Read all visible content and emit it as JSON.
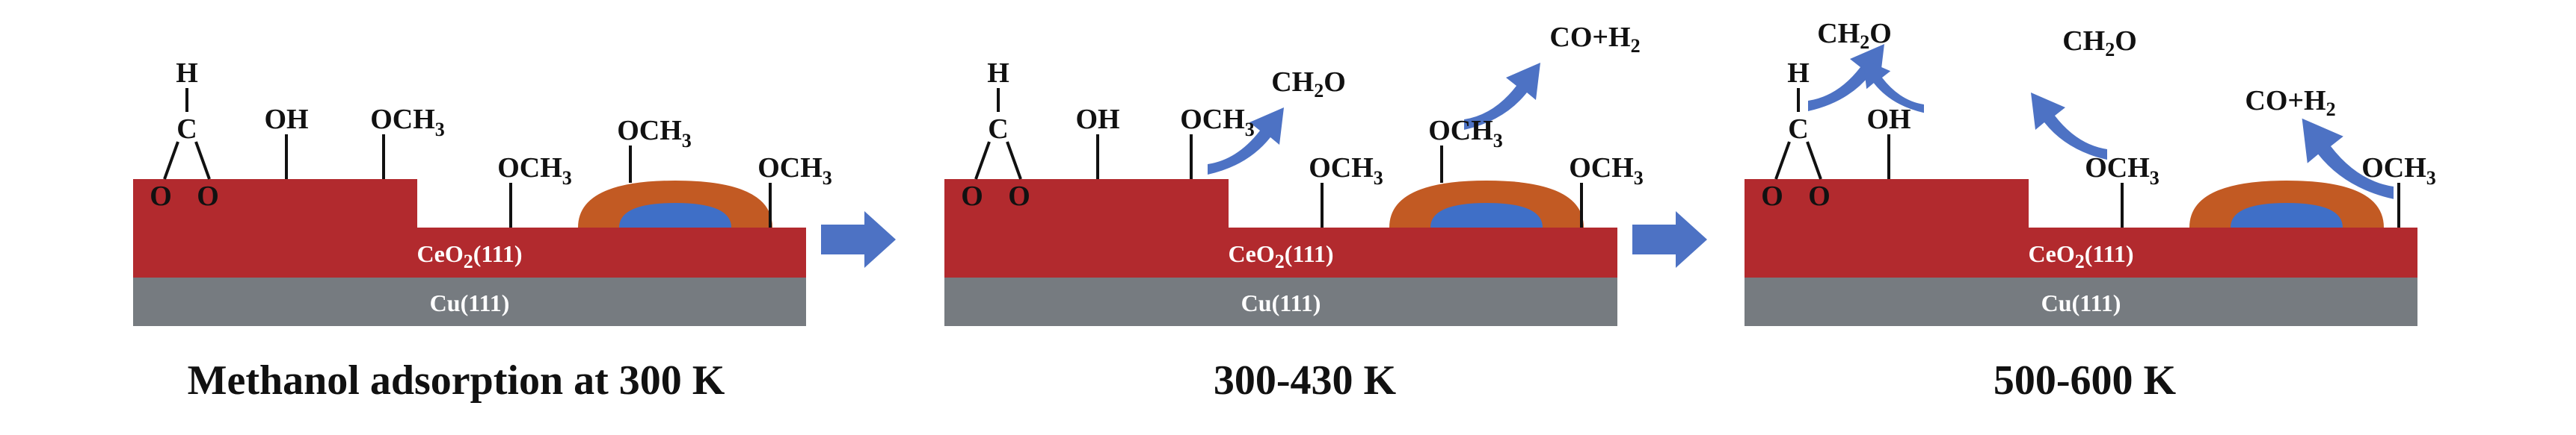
{
  "colors": {
    "ceo2": "#b22a2e",
    "cu": "#767b80",
    "particle_outer": "#c25a23",
    "particle_inner": "#3f6fc7",
    "arrow": "#4d72c4",
    "text": "#111111"
  },
  "common": {
    "ceo2_label": "CeO",
    "ceo2_sub": "2",
    "ceo2_suffix": "(111)",
    "cu_label": "Cu(111)",
    "h": "H",
    "c": "C",
    "o": "O",
    "oh": "OH",
    "och_main": "OCH",
    "och_sub": "3",
    "ch2o_a": "CH",
    "ch2o_sub": "2",
    "ch2o_b": "O",
    "coh2_a": "CO+H",
    "coh2_sub": "2"
  },
  "panels": [
    {
      "caption": "Methanol adsorption at 300 K"
    },
    {
      "caption": "300-430 K"
    },
    {
      "caption": "500-600 K"
    }
  ]
}
